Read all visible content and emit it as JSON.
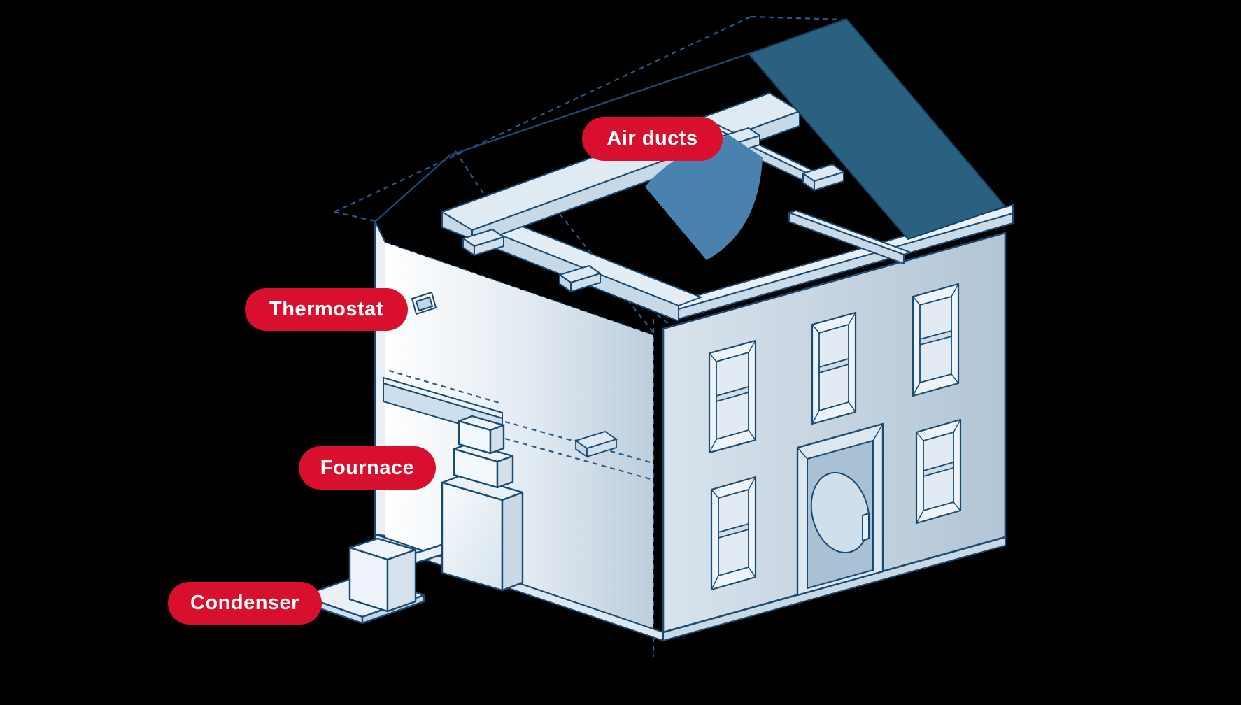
{
  "diagram": {
    "type": "hvac-house-cutaway-infographic",
    "labels": {
      "air_ducts": {
        "text": "Air ducts"
      },
      "thermostat": {
        "text": "Thermostat"
      },
      "furnace": {
        "text": "Fournace"
      },
      "condenser": {
        "text": "Condenser"
      }
    },
    "colors": {
      "background": "#000000",
      "label_bg": "#D8102D",
      "label_text": "#FFFFFF",
      "line": "#1A4A70",
      "dashed_line": "#255C8C",
      "roof_panel": "#2A6181",
      "air_flow": "#4A82AF",
      "duct_fill": "#C9DBE9",
      "wall_light": "#D9E3EC",
      "wall_dark": "#B2C5D6"
    }
  }
}
